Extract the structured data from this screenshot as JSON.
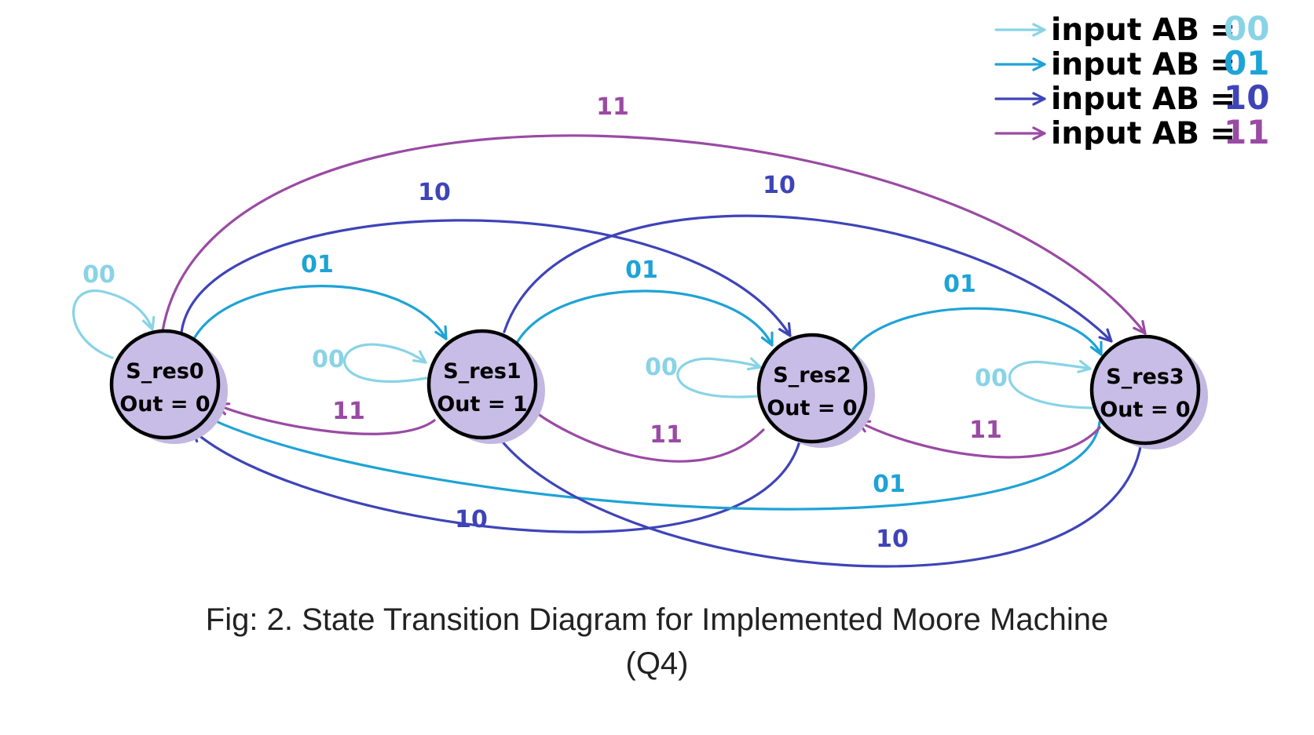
{
  "colors": {
    "00": "#89d3e6",
    "01": "#1ea3d6",
    "10": "#3e44b8",
    "11": "#9a4aa4"
  },
  "legend": [
    {
      "prefix": "input AB = ",
      "value": "00",
      "input": "00"
    },
    {
      "prefix": "input AB = ",
      "value": "01",
      "input": "01"
    },
    {
      "prefix": "input AB = ",
      "value": "10",
      "input": "10"
    },
    {
      "prefix": "input AB = ",
      "value": "11",
      "input": "11"
    }
  ],
  "states": [
    {
      "id": "s0",
      "name": "S_res0",
      "output": "Out = 0"
    },
    {
      "id": "s1",
      "name": "S_res1",
      "output": "Out = 1"
    },
    {
      "id": "s2",
      "name": "S_res2",
      "output": "Out = 0"
    },
    {
      "id": "s3",
      "name": "S_res3",
      "output": "Out = 0"
    }
  ],
  "transitions": [
    {
      "from": "s0",
      "to": "s0",
      "input": "00",
      "label": "00"
    },
    {
      "from": "s0",
      "to": "s1",
      "input": "01",
      "label": "01"
    },
    {
      "from": "s0",
      "to": "s2",
      "input": "10",
      "label": "10"
    },
    {
      "from": "s0",
      "to": "s3",
      "input": "11",
      "label": "11"
    },
    {
      "from": "s1",
      "to": "s1",
      "input": "00",
      "label": "00"
    },
    {
      "from": "s1",
      "to": "s2",
      "input": "01",
      "label": "01"
    },
    {
      "from": "s1",
      "to": "s3",
      "input": "10",
      "label": "10"
    },
    {
      "from": "s1",
      "to": "s0",
      "input": "11",
      "label": "11"
    },
    {
      "from": "s2",
      "to": "s2",
      "input": "00",
      "label": "00"
    },
    {
      "from": "s2",
      "to": "s3",
      "input": "01",
      "label": "01"
    },
    {
      "from": "s2",
      "to": "s0",
      "input": "10",
      "label": "10"
    },
    {
      "from": "s2",
      "to": "s1",
      "input": "11",
      "label": "11"
    },
    {
      "from": "s3",
      "to": "s3",
      "input": "00",
      "label": "00"
    },
    {
      "from": "s3",
      "to": "s0",
      "input": "01",
      "label": "01"
    },
    {
      "from": "s3",
      "to": "s1",
      "input": "10",
      "label": "10"
    },
    {
      "from": "s3",
      "to": "s2",
      "input": "11",
      "label": "11"
    }
  ],
  "caption": {
    "line1": "Fig: 2. State Transition Diagram for Implemented Moore Machine",
    "line2": "(Q4)"
  }
}
